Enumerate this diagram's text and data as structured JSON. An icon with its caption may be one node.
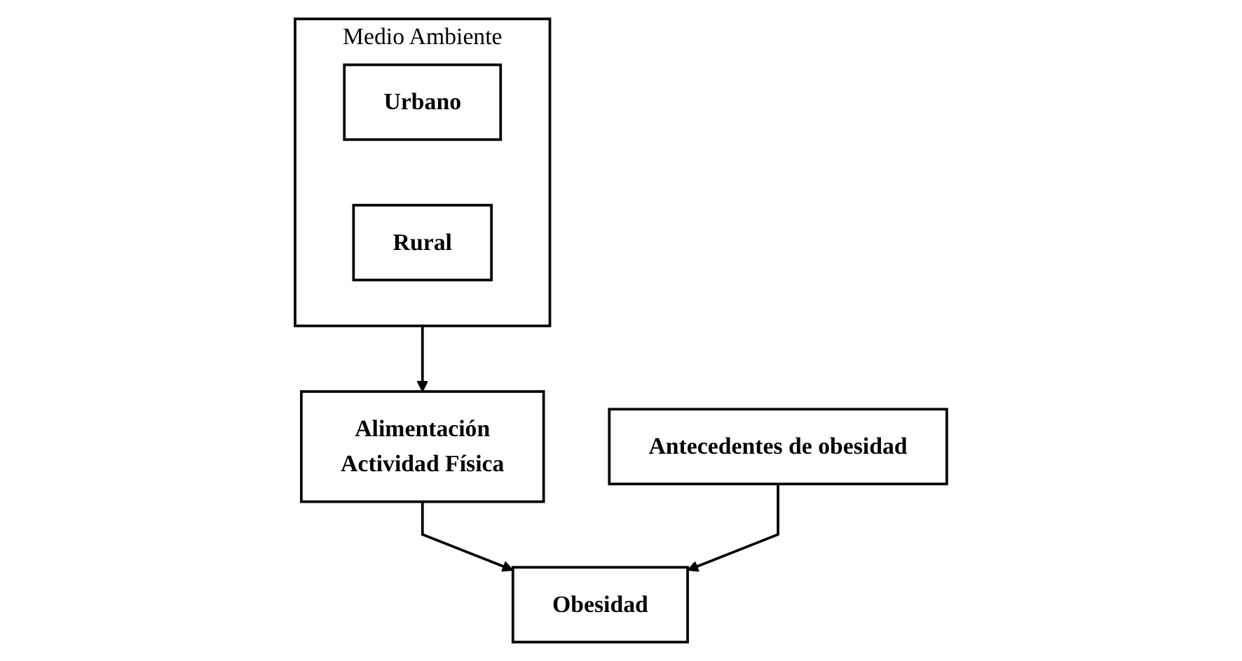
{
  "diagram": {
    "nodes": [
      {
        "text": [
          "Medio Ambiente"
        ]
      },
      {
        "text": [
          "Urbano"
        ],
        "in": 0
      },
      {
        "text": [
          "Rural"
        ],
        "in": 0
      },
      {
        "text": [
          "Alimentación",
          "Actividad Física"
        ]
      },
      {
        "text": [
          "Antecedentes de obesidad"
        ]
      },
      {
        "text": [
          "Obesidad"
        ]
      }
    ],
    "edges": [
      {
        "from": 0,
        "to": 3,
        "arrow": "to"
      },
      {
        "from": 3,
        "to": 5,
        "arrow": "to"
      },
      {
        "from": 4,
        "to": 5,
        "arrow": "to"
      }
    ]
  }
}
